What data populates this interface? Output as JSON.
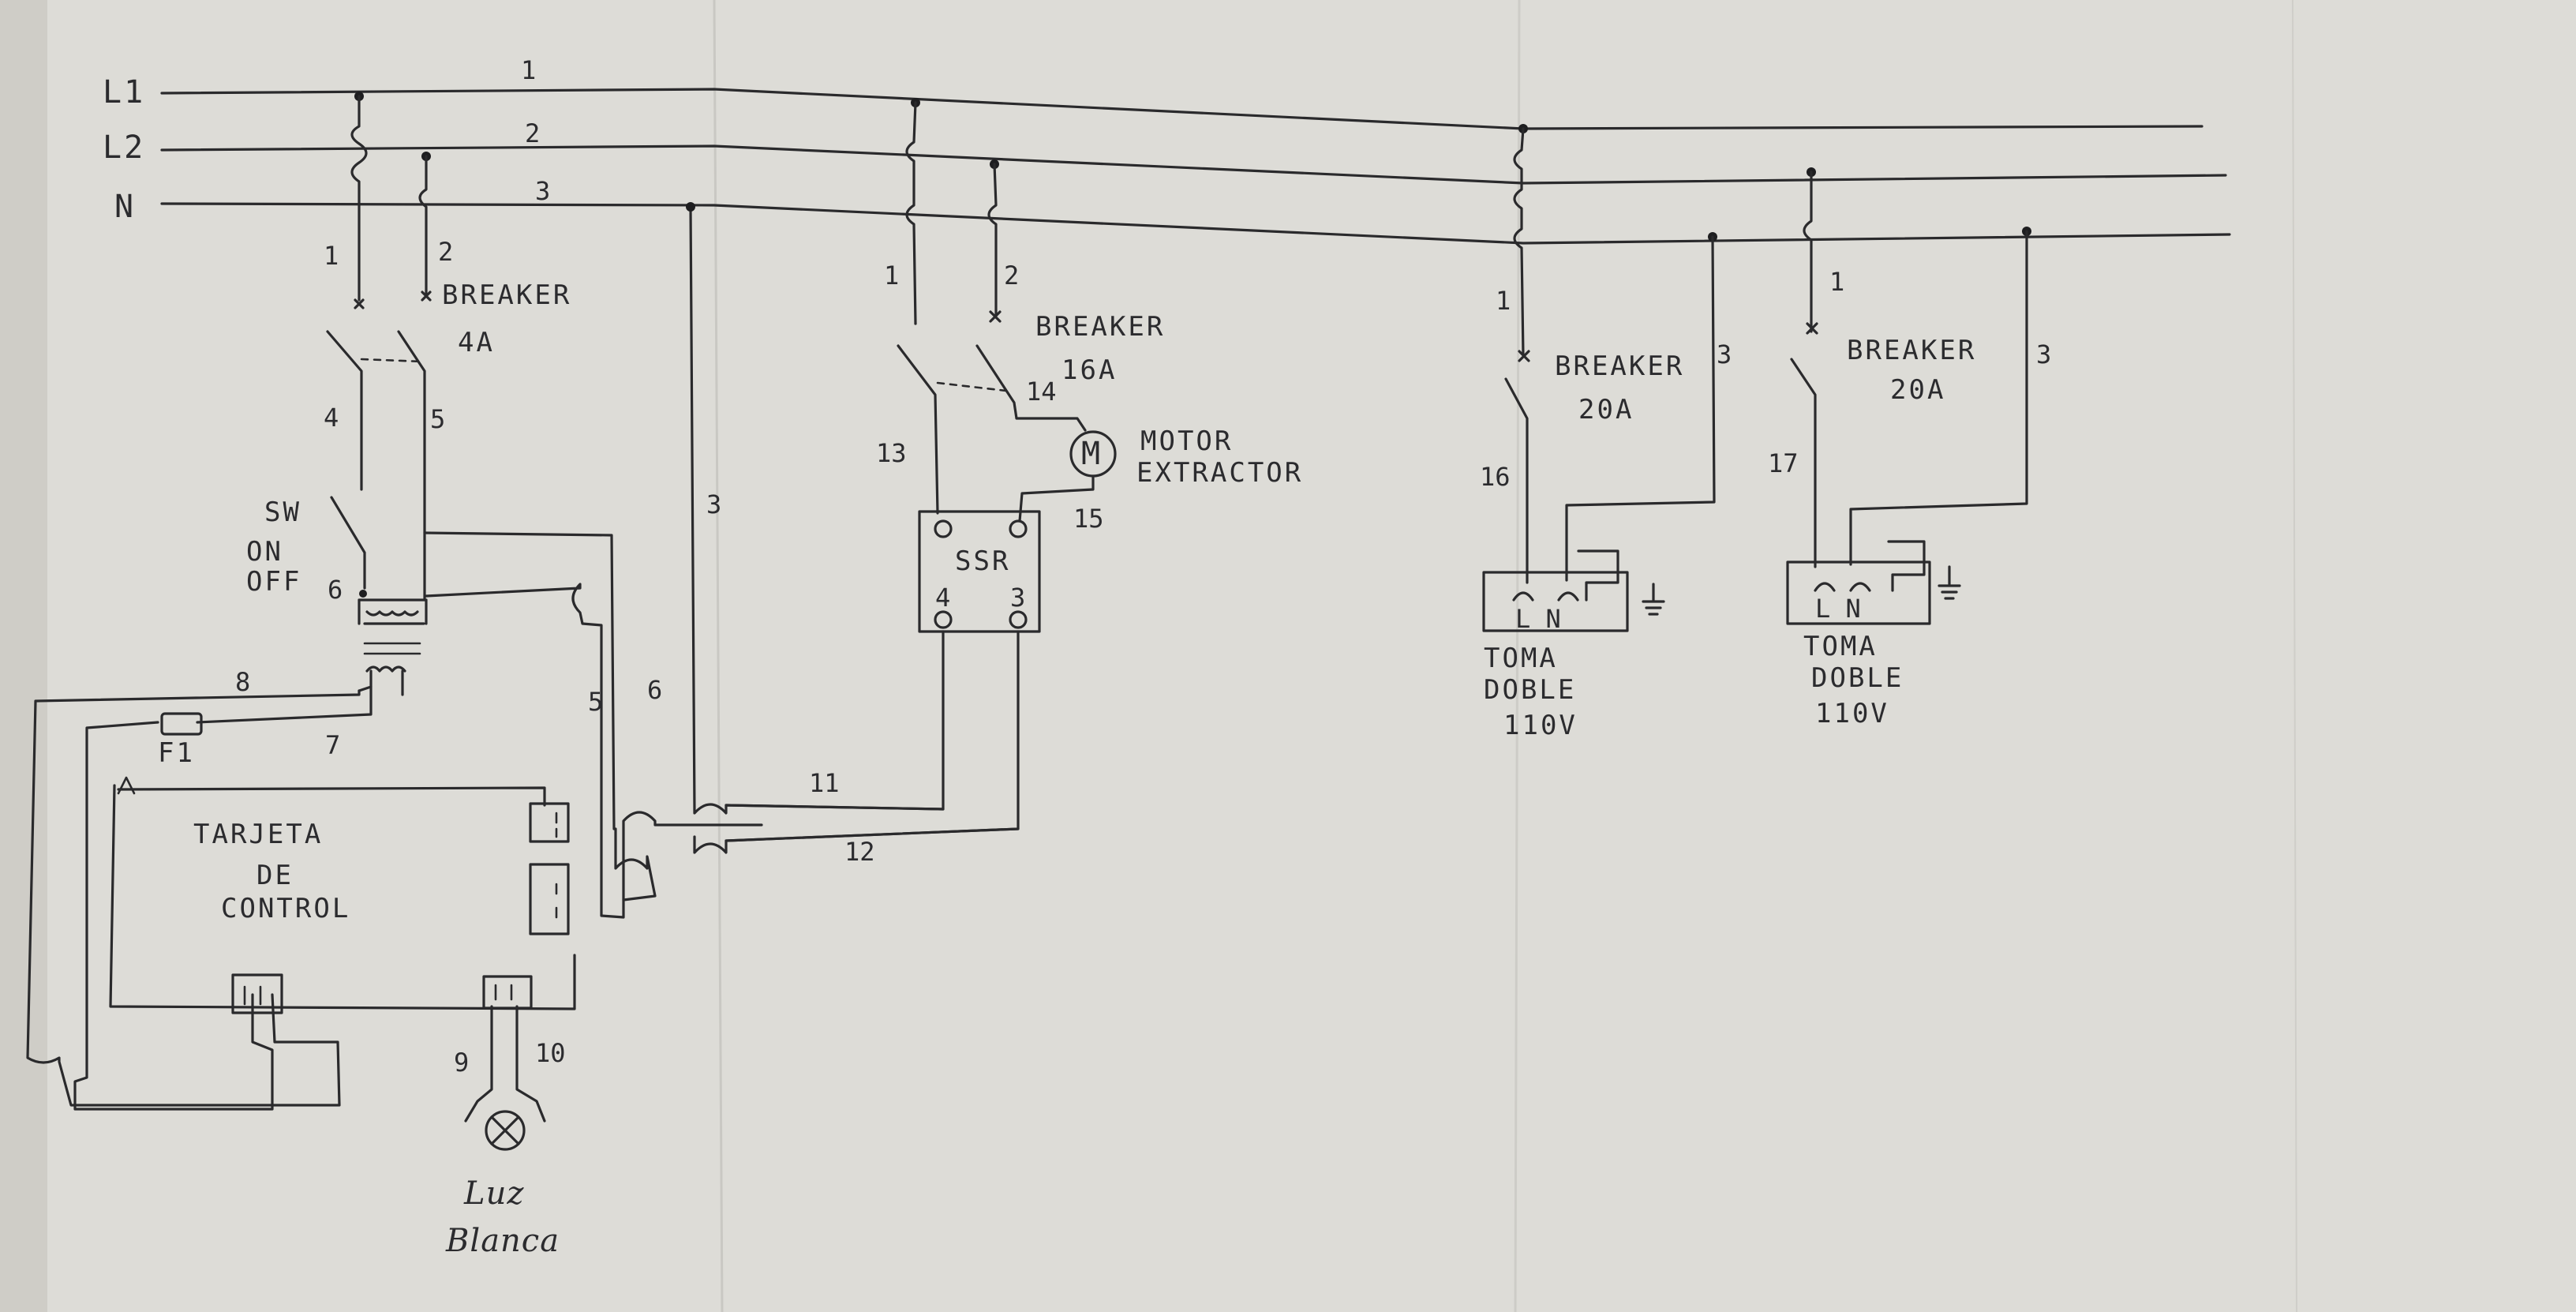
{
  "lines": {
    "l1": "L1",
    "l2": "L2",
    "n": "N",
    "w1": "1",
    "w2": "2",
    "w3": "3"
  },
  "breaker4a": {
    "w1": "1",
    "w2": "2",
    "label1": "BREAKER",
    "label2": "4A",
    "w4": "4",
    "w5": "5"
  },
  "switch": {
    "label1": "SW",
    "label2": "ON",
    "label3": "OFF",
    "w6": "6"
  },
  "loop": {
    "w8": "8",
    "w7": "7",
    "fuse": "F1",
    "w5": "5",
    "w6": "6",
    "w3": "3"
  },
  "card": {
    "line1": "TARJETA",
    "line2": "DE",
    "line3": "CONTROL"
  },
  "lamp": {
    "w9": "9",
    "w10": "10",
    "label1": "Luz",
    "label2": "Blanca"
  },
  "coil": {
    "w11": "11",
    "w12": "12"
  },
  "breaker16a": {
    "w1": "1",
    "w2": "2",
    "label1": "BREAKER",
    "label2": "16A",
    "w14": "14",
    "w13": "13",
    "w15": "15",
    "ssr": "SSR",
    "t4": "4",
    "t3": "3"
  },
  "motor": {
    "symbol": "M",
    "label1": "MOTOR",
    "label2": "EXTRACTOR"
  },
  "outlet1": {
    "w1": "1",
    "breaker1": "BREAKER",
    "breaker2": "20A",
    "w3": "3",
    "w16": "16",
    "pins": "L N",
    "label1": "TOMA",
    "label2": "DOBLE",
    "label3": "110V"
  },
  "outlet2": {
    "w1": "1",
    "breaker1": "BREAKER",
    "breaker2": "20A",
    "w3": "3",
    "w17": "17",
    "pins": "L N",
    "label1": "TOMA",
    "label2": "DOBLE",
    "label3": "110V"
  }
}
